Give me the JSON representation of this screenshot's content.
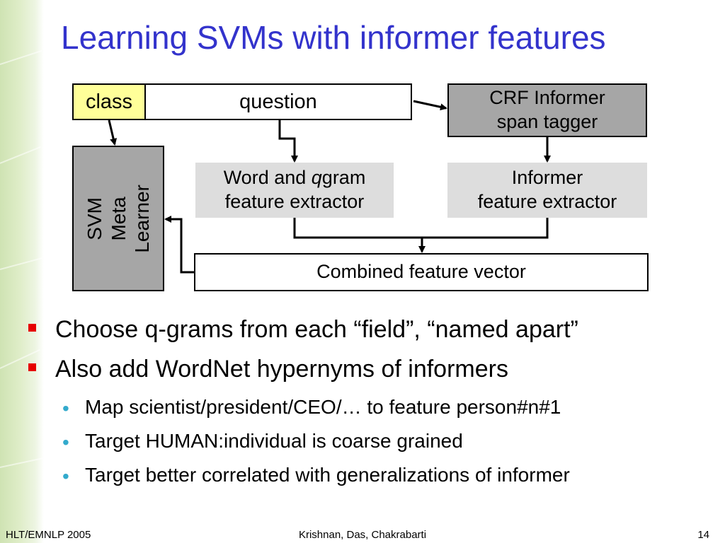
{
  "title": "Learning SVMs with informer features",
  "diagram": {
    "class_label": "class",
    "question_label": "question",
    "crf_label_line1": "CRF Informer",
    "crf_label_line2": "span tagger",
    "svm_line1": "SVM",
    "svm_line2": "Meta",
    "svm_line3": "Learner",
    "word_line1_a": "Word and ",
    "word_line1_q": "q",
    "word_line1_b": "gram",
    "word_line2": "feature extractor",
    "informer_line1": "Informer",
    "informer_line2": "feature extractor",
    "combined_label": "Combined feature vector"
  },
  "bullets": [
    {
      "text": "Choose q-grams from each “field”, “named apart”",
      "sub": []
    },
    {
      "text": "Also add WordNet hypernyms of informers",
      "sub": [
        "Map scientist/president/CEO/… to feature person#n#1",
        "Target HUMAN:individual is coarse grained",
        "Target better correlated with generalizations of informer"
      ]
    }
  ],
  "footer": {
    "left": "HLT/EMNLP 2005",
    "center": "Krishnan, Das, Chakrabarti",
    "right": "14"
  },
  "colors": {
    "title": "#3333cc",
    "class_box": "#ffff99",
    "dark_box": "#a6a6a6",
    "light_box": "#dddddd",
    "bullet_square": "#e60000",
    "sub_bullet_dot": "#33aacc"
  }
}
